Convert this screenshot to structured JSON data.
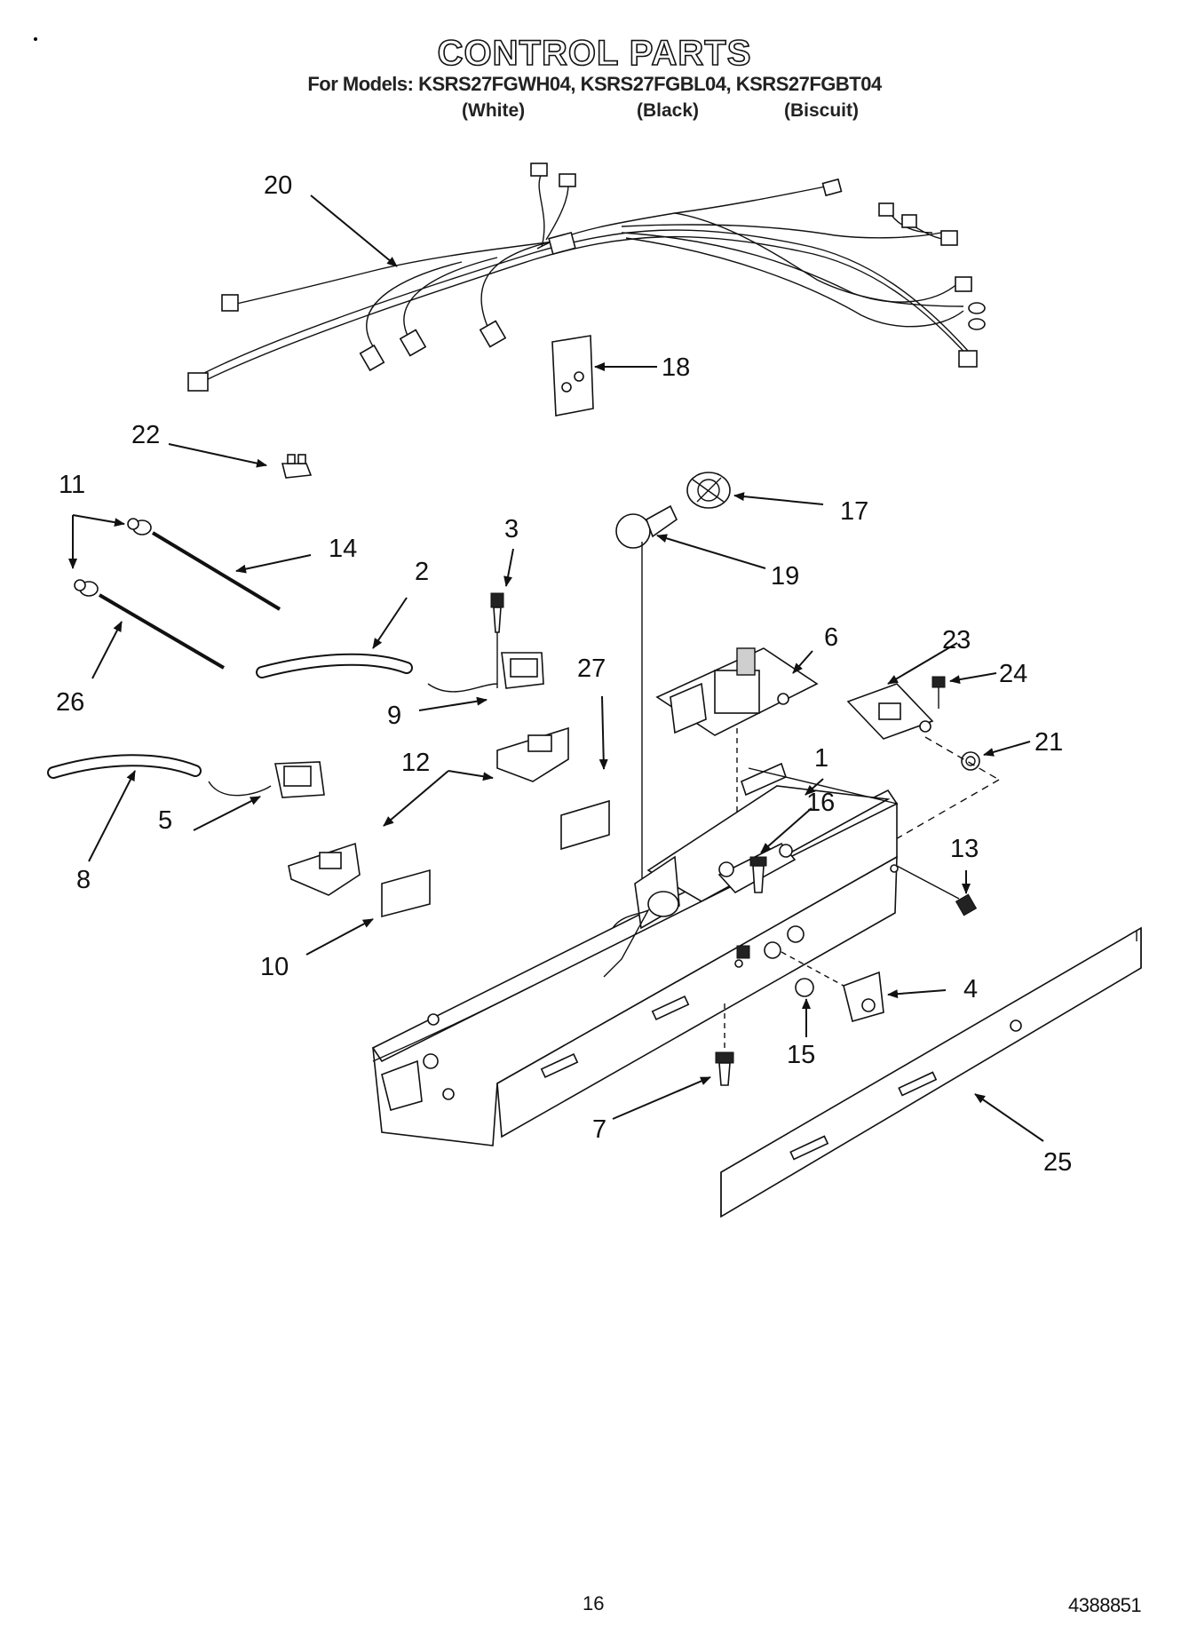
{
  "header": {
    "title": "CONTROL PARTS",
    "models_line": "For Models: KSRS27FGWH04, KSRS27FGBL04, KSRS27FGBT04",
    "colors": [
      "(White)",
      "(Black)",
      "(Biscuit)"
    ]
  },
  "callouts": {
    "c1": "1",
    "c2": "2",
    "c3": "3",
    "c4": "4",
    "c5": "5",
    "c6": "6",
    "c7": "7",
    "c8": "8",
    "c9": "9",
    "c10": "10",
    "c11": "11",
    "c12": "12",
    "c13": "13",
    "c14": "14",
    "c15": "15",
    "c16": "16",
    "c17": "17",
    "c18": "18",
    "c19": "19",
    "c20": "20",
    "c21": "21",
    "c22": "22",
    "c23": "23",
    "c24": "24",
    "c25": "25",
    "c26": "26",
    "c27": "27"
  },
  "footer": {
    "page_number": "16",
    "doc_number": "4388851"
  }
}
